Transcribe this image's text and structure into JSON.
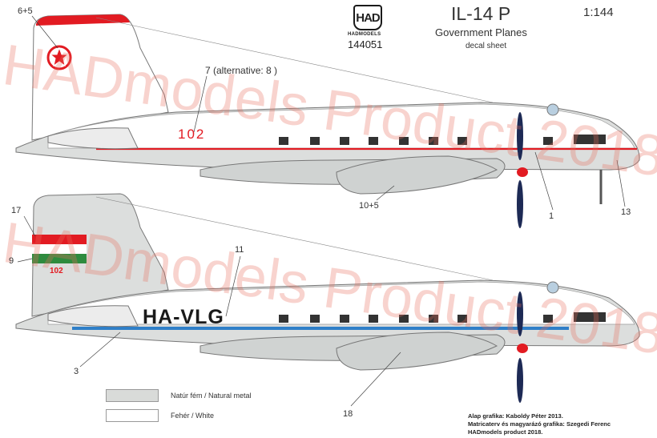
{
  "header": {
    "logo_text": "HAD",
    "logo_subtitle": "HADMODELS",
    "kit_number": "144051",
    "title": "IL-14 P",
    "subtitle": "Government Planes",
    "sheet_label": "decal sheet",
    "scale": "1:144"
  },
  "watermark": "HADmodels Product 2018",
  "aircraft": [
    {
      "id": "top",
      "fuselage_marking": "102",
      "stripe_color": "#e21b22",
      "fin": "red-star"
    },
    {
      "id": "bottom",
      "registration": "HA-VLG",
      "fin_serial": "102",
      "stripe_color": "#2f7fc8",
      "fin": "tricolor"
    }
  ],
  "callouts": [
    "6+5",
    "7 (alternative: 8 )",
    "1",
    "13",
    "10+5",
    "17",
    "9",
    "11",
    "3",
    "18"
  ],
  "legend": [
    {
      "label": "Natúr fém / Natural metal",
      "color": "#d9dbd9"
    },
    {
      "label": "Fehér / White",
      "color": "#ffffff"
    }
  ],
  "credits": [
    "Alap grafika: Kaboldy Péter 2013.",
    "Matricaterv és magyarázó grafika: Szegedi Ferenc",
    "HADmodels product 2018."
  ],
  "colors": {
    "red": "#e21b22",
    "green": "#2e8b3e",
    "blue": "#2f7fc8",
    "metal": "#dcdedd",
    "prop": "#1d2a55"
  }
}
